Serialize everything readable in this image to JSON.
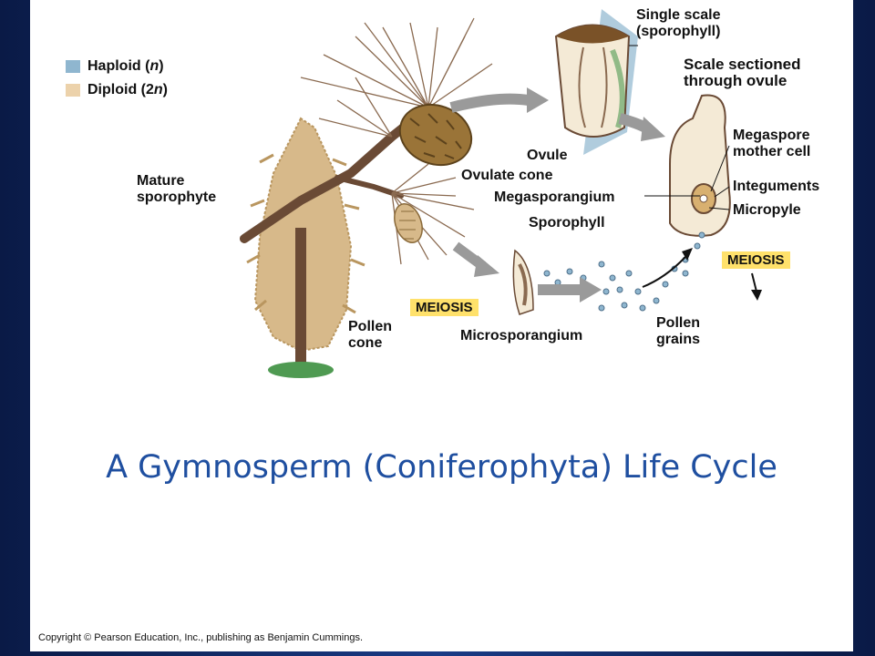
{
  "legend": {
    "haploid": {
      "prefix": "Haploid (",
      "italic": "n",
      "suffix": ")",
      "color": "#8fb6cf"
    },
    "diploid": {
      "prefix": "Diploid (2",
      "italic": "n",
      "suffix": ")",
      "color": "#ecd2ab"
    }
  },
  "labels": {
    "single_scale": "Single scale\n(sporophyll)",
    "scale_sectioned": "Scale sectioned\nthrough ovule",
    "megaspore_mother_cell": "Megaspore\nmother cell",
    "integuments": "Integuments",
    "micropyle": "Micropyle",
    "ovule": "Ovule",
    "ovulate_cone": "Ovulate cone",
    "megasporangium": "Megasporangium",
    "sporophyll": "Sporophyll",
    "mature_sporophyte": "Mature\nsporophyte",
    "pollen_cone": "Pollen\ncone",
    "microsporangium": "Microsporangium",
    "pollen_grains": "Pollen\ngrains",
    "meiosis_left": "MEIOSIS",
    "meiosis_right": "MEIOSIS"
  },
  "title": "A Gymnosperm (Coniferophyta) Life Cycle",
  "copyright": "Copyright © Pearson Education, Inc., publishing as Benjamin Cummings.",
  "colors": {
    "title": "#1f4fa0",
    "meiosis_bg": "#ffe16b",
    "arrow": "#9a9a9a",
    "tree": "#d7b98a",
    "trunk": "#6a4a35",
    "needles": "#8a6a50",
    "cone": "#9a7438",
    "ground": "#4f9a52",
    "haploid_tissue": "#8fb6cf"
  }
}
